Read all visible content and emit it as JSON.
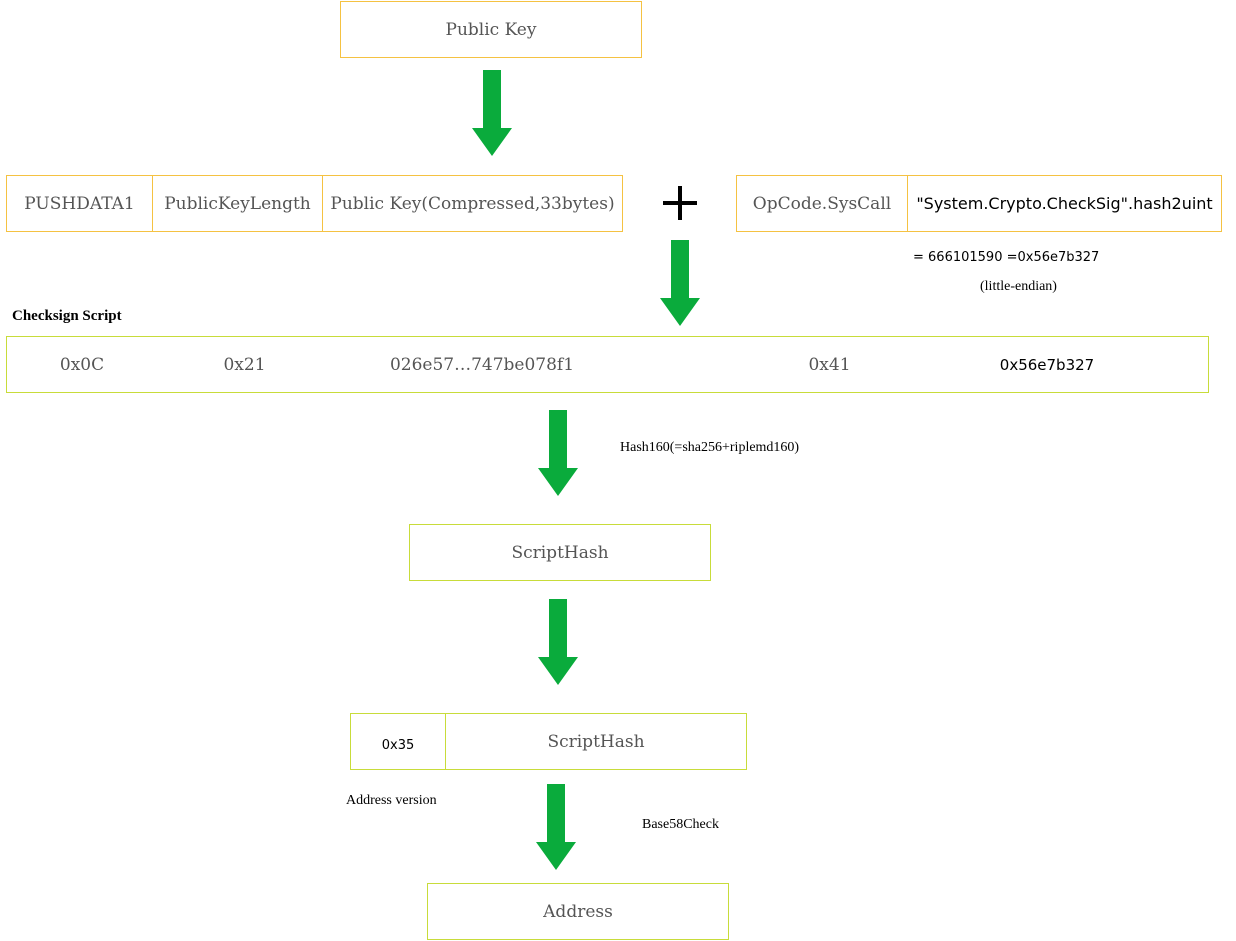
{
  "public_key_box": {
    "label": "Public Key"
  },
  "pubkey_row": {
    "cells": [
      "PUSHDATA1",
      "PublicKeyLength",
      "Public Key(Compressed,33bytes)"
    ]
  },
  "plus_symbol": "+",
  "syscall_row": {
    "cells": [
      "OpCode.SysCall",
      "\"System.Crypto.CheckSig\".hash2uint"
    ]
  },
  "hash_note": {
    "line1": "= 666101590 =0x56e7b327",
    "line2": "(little-endian)"
  },
  "checksign": {
    "title": "Checksign Script",
    "cells": [
      "0x0C",
      "0x21",
      "026e57…747be078f1",
      "0x41",
      "0x56e7b327"
    ]
  },
  "hash160_label": "Hash160(=sha256+riplemd160)",
  "script_hash_box": {
    "label": "ScriptHash"
  },
  "version_row": {
    "cells": [
      "0x35",
      "ScriptHash"
    ],
    "caption": "Address version"
  },
  "base58_label": "Base58Check",
  "address_box": {
    "label": "Address"
  },
  "colors": {
    "arrow": "#0aab3c",
    "box_border_orange": "#f5c242",
    "box_border_lime": "#c8dc3a"
  }
}
